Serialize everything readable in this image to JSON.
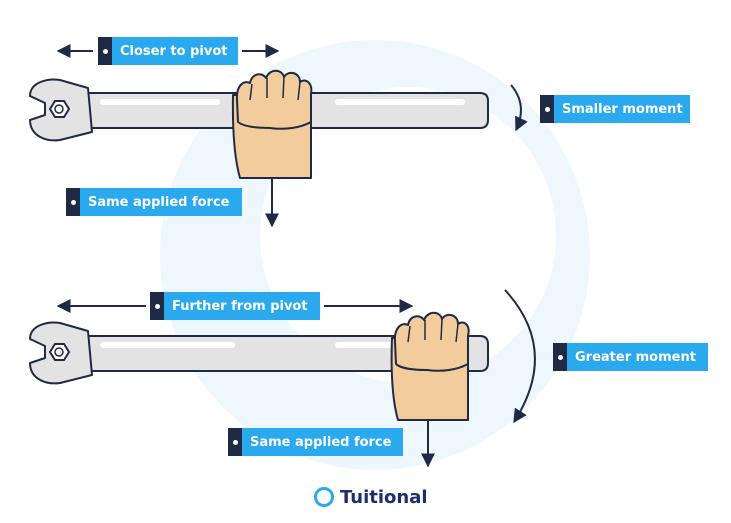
{
  "colors": {
    "label_fill": "#2aa9ee",
    "label_tab": "#1f2a44",
    "background_shape": "#eef7fd",
    "wrench_fill": "#e3e3e3",
    "wrench_stroke": "#1f2a44",
    "hand_fill": "#f3cc9e",
    "arrow": "#1f2a44",
    "logo_ring": "#2aa9ee",
    "logo_text": "#1a2f6e"
  },
  "icons": [
    "wrench-icon",
    "hand-icon",
    "double-arrow-icon",
    "force-arrow-icon",
    "curved-arrow-icon",
    "logo-ring-icon"
  ],
  "top_scenario": {
    "distance_label": "Closer to pivot",
    "force_label": "Same applied force",
    "moment_label": "Smaller moment"
  },
  "bottom_scenario": {
    "distance_label": "Further from pivot",
    "force_label": "Same applied force",
    "moment_label": "Greater moment"
  },
  "logo": {
    "text": "Tuitional"
  }
}
